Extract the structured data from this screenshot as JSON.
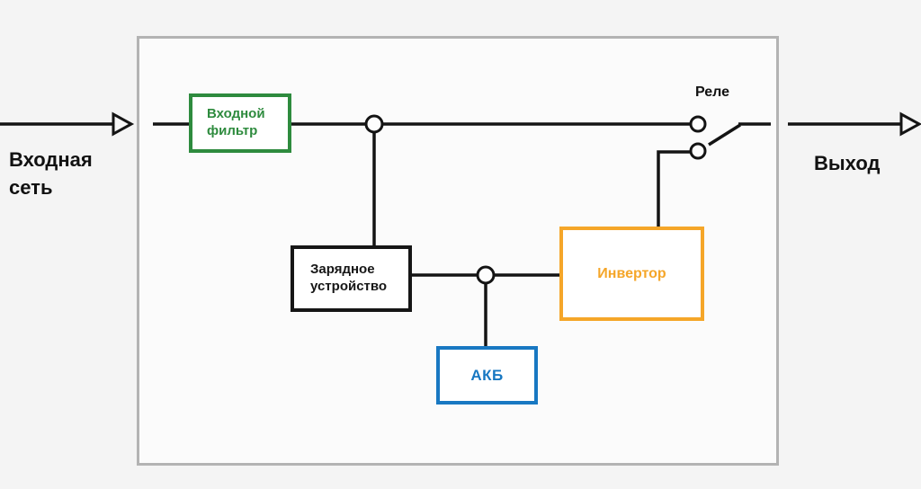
{
  "labels": {
    "input_network": "Входная сеть",
    "output": "Выход",
    "relay": "Реле"
  },
  "blocks": {
    "input_filter": {
      "label": "Входной фильтр"
    },
    "charger": {
      "label": "Зарядное устройство"
    },
    "battery": {
      "label": "АКБ"
    },
    "inverter": {
      "label": "Инвертор"
    }
  },
  "colors": {
    "ink": "#141414",
    "green": "#2e8b3e",
    "blue": "#1878c2",
    "orange": "#f5a629",
    "frame": "#b3b3b3",
    "background": "#f4f4f4",
    "panel": "#fbfbfb",
    "box_fill": "#ffffff"
  }
}
